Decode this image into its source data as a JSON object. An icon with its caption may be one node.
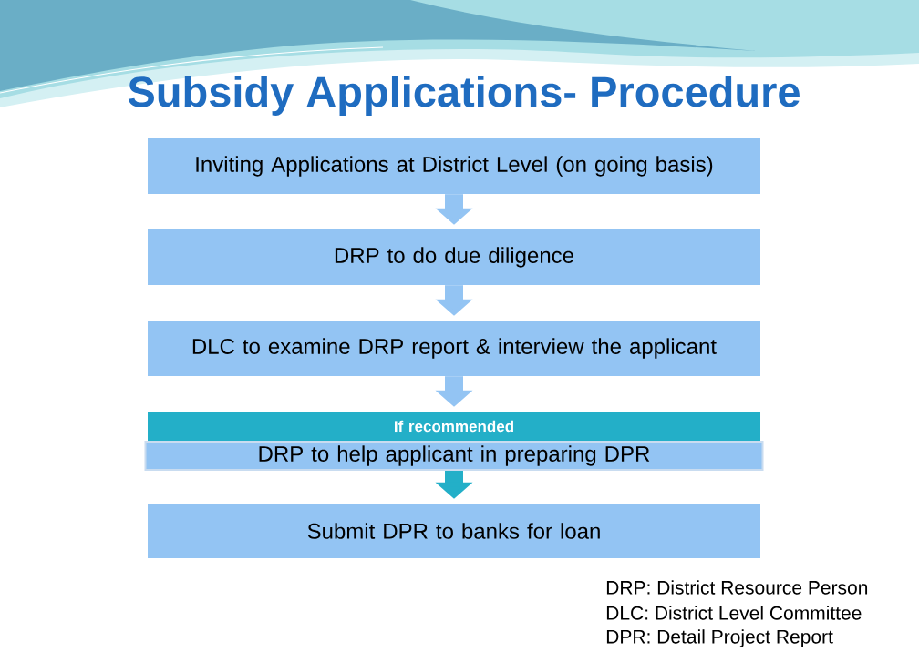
{
  "diagram": {
    "title": "Subsidy Applications- Procedure",
    "nodes": [
      {
        "text": [
          "Inviting Applications at District Level (on going basis)"
        ]
      },
      {
        "text": [
          "DRP to do due diligence"
        ]
      },
      {
        "text": [
          "DLC to examine DRP report & interview the applicant"
        ]
      },
      {
        "text": [
          "If recommended"
        ]
      },
      {
        "text": [
          "DRP to help applicant in preparing DPR"
        ]
      },
      {
        "text": [
          "Submit DPR to banks for loan"
        ]
      }
    ],
    "edges": [
      {
        "from": 0,
        "to": 1,
        "arrow": "to"
      },
      {
        "from": 1,
        "to": 2,
        "arrow": "to"
      },
      {
        "from": 2,
        "to": 3,
        "arrow": "to"
      },
      {
        "from": 4,
        "to": 5,
        "arrow": "to",
        "color": "#23afc8"
      }
    ],
    "labels": [
      "DRP: District Resource Person",
      "DLC: District Level Committee",
      "DPR: Detail Project Report"
    ]
  }
}
